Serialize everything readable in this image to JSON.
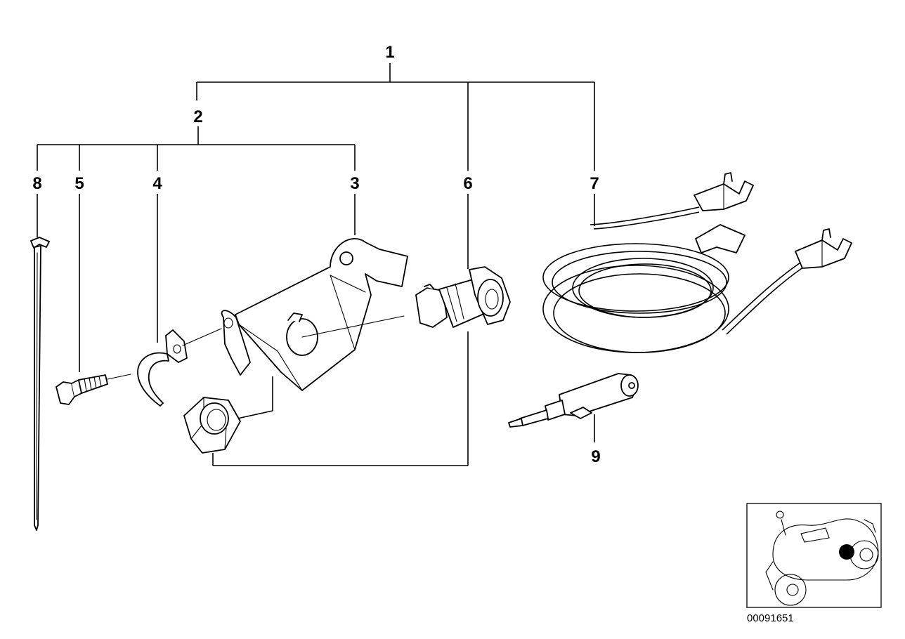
{
  "callouts": {
    "n1": "1",
    "n2": "2",
    "n3": "3",
    "n4": "4",
    "n5": "5",
    "n6": "6",
    "n7": "7",
    "n8": "8",
    "n9": "9"
  },
  "reference_number": "00091651",
  "parts": [
    {
      "id": "cable-tie",
      "callout": "8"
    },
    {
      "id": "hex-bolt",
      "callout": "5"
    },
    {
      "id": "clamp",
      "callout": "4"
    },
    {
      "id": "holder-bracket",
      "callout": "3"
    },
    {
      "id": "socket",
      "callout": "6"
    },
    {
      "id": "wiring-harness",
      "callout": "7"
    },
    {
      "id": "plug",
      "callout": "9"
    }
  ]
}
